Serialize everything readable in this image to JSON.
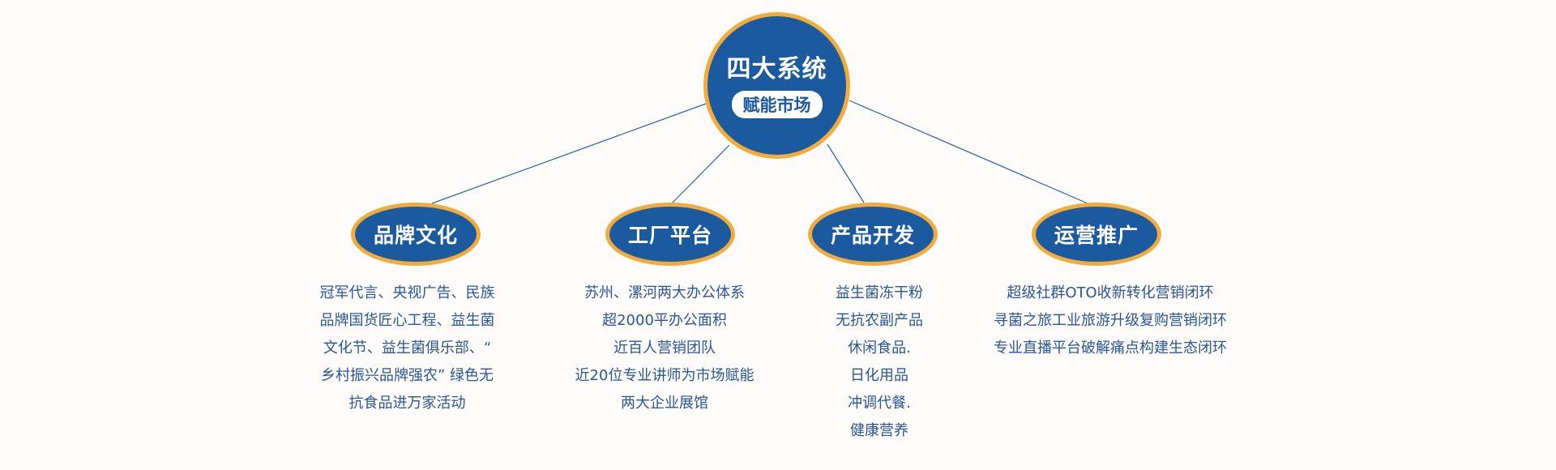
{
  "colors": {
    "node_fill": "#1c5aa0",
    "node_border": "#f2ac3c",
    "line": "#2a63ad",
    "text": "#2a5596"
  },
  "root": {
    "title": "四大系统",
    "subtitle": "赋能市场"
  },
  "branches": [
    {
      "label": "品牌文化",
      "lines": [
        "冠军代言、央视广告、民族",
        "品牌国货匠心工程、益生菌",
        "文化节、益生菌俱乐部、“",
        "乡村振兴品牌强农” 绿色无",
        "抗食品进万家活动"
      ]
    },
    {
      "label": "工厂平台",
      "lines": [
        "苏州、漯河两大办公体系",
        "超2000平办公面积",
        "近百人营销团队",
        "近20位专业讲师为市场赋能",
        "两大企业展馆"
      ]
    },
    {
      "label": "产品开发",
      "lines": [
        "益生菌冻干粉",
        "无抗农副产品",
        "休闲食品.",
        "日化用品",
        "冲调代餐.",
        "健康营养"
      ]
    },
    {
      "label": "运营推广",
      "lines": [
        "超级社群OTO收新转化营销闭环",
        "寻菌之旅工业旅游升级复购营销闭环",
        "专业直播平台破解痛点构建生态闭环"
      ]
    }
  ]
}
